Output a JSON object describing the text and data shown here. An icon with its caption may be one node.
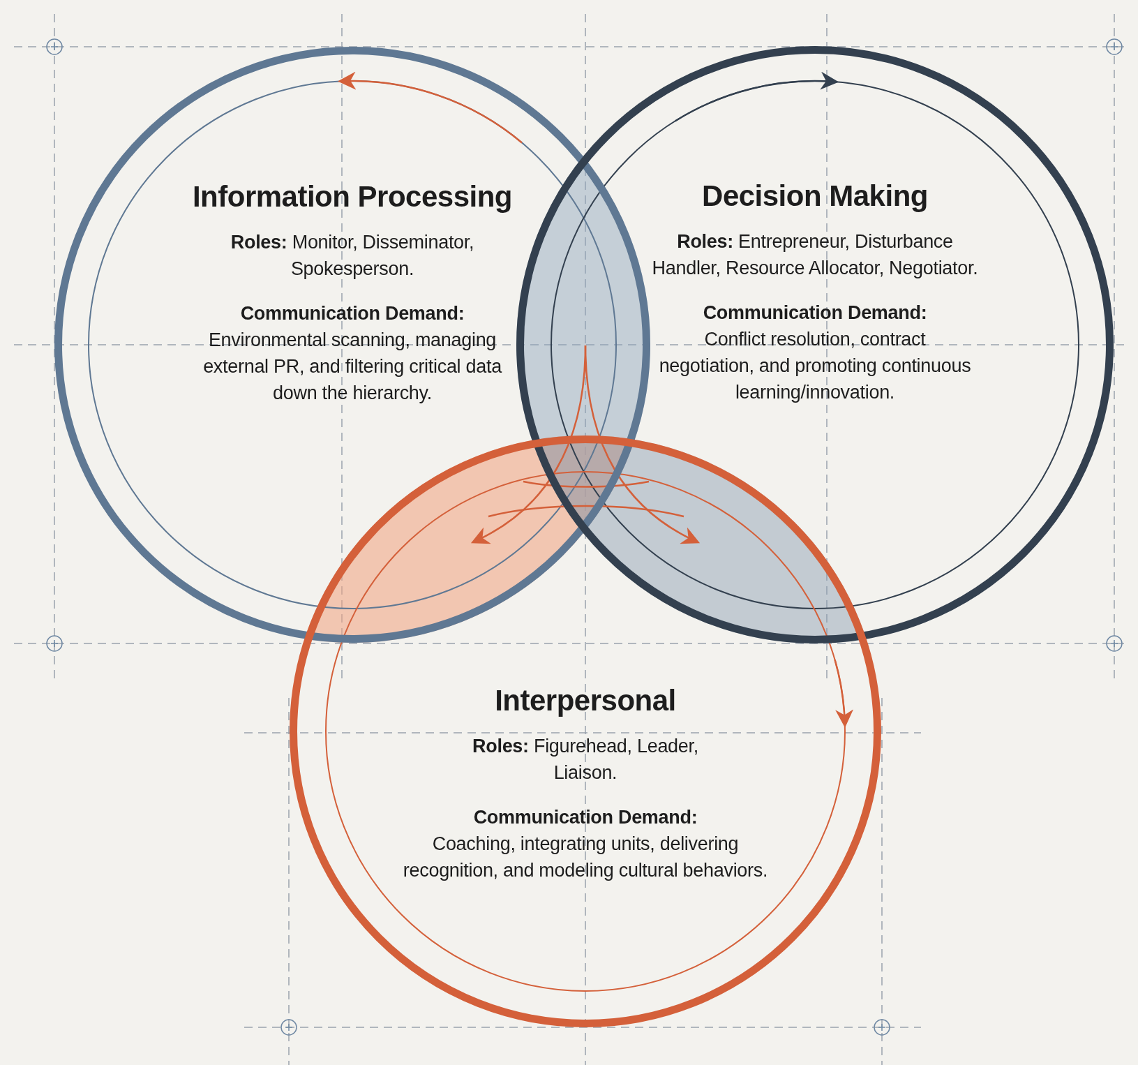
{
  "diagram": {
    "nodes": [
      {
        "text": [
          "Information Processing",
          "**Roles:** Monitor, Disseminator, Spokesperson.",
          "**Communication Demand:** Environmental scanning, managing external PR, and filtering critical data down the hierarchy."
        ]
      },
      {
        "text": [
          "Decision Making",
          "**Roles:** Entrepreneur, Disturbance Handler, Resource Allocator, Negotiator.",
          "**Communication Demand:** Conflict resolution, contract negotiation, and promoting continuous learning/innovation."
        ]
      },
      {
        "text": [
          "Interpersonal",
          "**Roles:** Figurehead, Leader, Liaison.",
          "**Communication Demand:** Coaching, integrating units, delivering recognition, and modeling cultural behaviors."
        ]
      }
    ]
  }
}
